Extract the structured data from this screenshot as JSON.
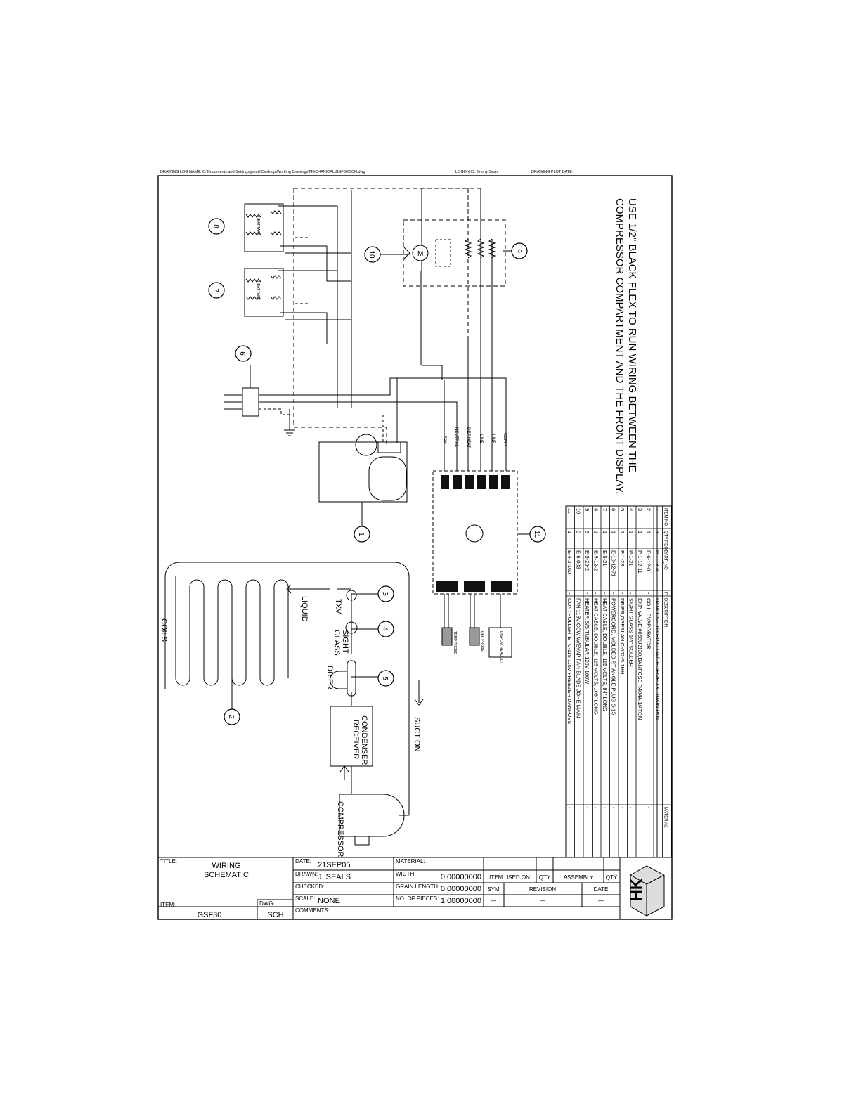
{
  "header": {
    "log_name": "DRAWING LOG NAME: C:\\Documents and Settings\\jseals\\Desktop\\Working Drawings\\MECHANICAL\\GSF30\\SCH.dwg",
    "logon": "LOGON ID: Jimmy Seals",
    "plot_date": "DRAWING PLOT DATE:"
  },
  "note": {
    "line1": "USE 1/2\" BLACK FLEX TO RUN WIRING BETWEEN THE",
    "line2": "COMPRESSOR COMPARTMENT AND THE FRONT DISPLAY."
  },
  "callouts": [
    "1",
    "2",
    "3",
    "4",
    "5",
    "6",
    "7",
    "8",
    "9",
    "10",
    "11"
  ],
  "labels": {
    "heat_tape": "HEAT TAPE",
    "coils": "COILS",
    "liquid": "LIQUID",
    "txv": "TXV",
    "sight_glass_1": "SIGHT",
    "sight_glass_2": "GLASS",
    "drier": "DRIER",
    "condenser_1": "CONDENSER",
    "condenser_2": "RECEIVER",
    "suction": "SUCTION",
    "compressor": "COMPRESSOR",
    "motor": "M",
    "fan": "FAN",
    "neutral": "NEUTRAL",
    "def_heat": "DEF HEAT",
    "line1": "LINE",
    "line2": "LINE",
    "comp": "COMP",
    "temp_probe": "TEMP PROBE",
    "def_probe": "DEF PROBE",
    "display_readout": "DISPLAY READOUT"
  },
  "bom": {
    "headers": [
      "ITEM NO.",
      "QTY REQD.",
      "PART_NO",
      "R",
      "DESCRIPTION",
      "MATERIAL"
    ],
    "rows": [
      [
        "1",
        "1",
        "P-1-18-3",
        "-",
        "DANFOSS 1/3 HP CU W/RECEIVER & DRAIN PAN",
        "-"
      ],
      [
        "2",
        "1",
        "E-6-12-8",
        "-",
        "COIL, EVAPORATOR",
        "-"
      ],
      [
        "3",
        "1",
        "P-1-12-11",
        "-",
        "EXP. VALVE,#068U2130,DANFOSS R404A 1/4TON",
        "-"
      ],
      [
        "4",
        "1",
        "P-1-21",
        "-",
        "SIGHT GLASS 1/4\" SOLDER",
        "-"
      ],
      [
        "5",
        "1",
        "P-1-23",
        "-",
        "DRIER,OPERLAN C-052-S 1HH",
        "-"
      ],
      [
        "6",
        "1",
        "E-10-12-71",
        "-",
        "POWERCORD, MOLDED RT ANGLE PLUG S-15",
        "-"
      ],
      [
        "7",
        "1",
        "E-5-21",
        "-",
        "HEAT CABLE, DOUBLE, 115 VOLTS, 84\" LONG",
        "-"
      ],
      [
        "8",
        "1",
        "E-5-12-2",
        "-",
        "HEAT CABLE, DOUBLE, 115 VOLTS, 108\" LONG",
        "-"
      ],
      [
        "9",
        "3",
        "E-5-26-2",
        "-",
        "HEATER,S/S TUBULAR 120V 160W",
        "-"
      ],
      [
        "10",
        "2",
        "E-6-003",
        "-",
        "FAN 115V CCW W/EVAP FAN BLADE JOHE MAIN",
        "-"
      ],
      [
        "11",
        "1",
        "E-4-3-160",
        "-",
        "CONTROLLER, ETC-115 115V FREEZER DANFOSS",
        "-"
      ]
    ]
  },
  "title_block": {
    "title_label": "TITLE:",
    "title_1": "WIRING",
    "title_2": "SCHEMATIC",
    "item_label": "ITEM:",
    "item_value": "GSF30",
    "dwg_label": "DWG:",
    "dwg_value": "SCH",
    "date_label": "DATE:",
    "date_value": "21SEP05",
    "drawn_label": "DRAWN:",
    "drawn_value": "J. SEALS",
    "checked_label": "CHECKED:",
    "scale_label": "SCALE:",
    "scale_value": "NONE",
    "comments_label": "COMMENTS:",
    "material_label": "MATERIAL:",
    "width_label": "WIDTH:",
    "width_value": "0.00000000",
    "grain_label": "GRAIN LENGTH:",
    "grain_value": "0.00000000",
    "pieces_label": "NO. OF PIECES:",
    "pieces_value": "1.00000000",
    "item_used_on": "ITEM USED ON",
    "qty": "QTY",
    "assembly": "ASSEMBLY",
    "qty2": "QTY",
    "sym": "SYM",
    "revision": "REVISION",
    "date2": "DATE",
    "dash": "—",
    "logo": "HK"
  }
}
